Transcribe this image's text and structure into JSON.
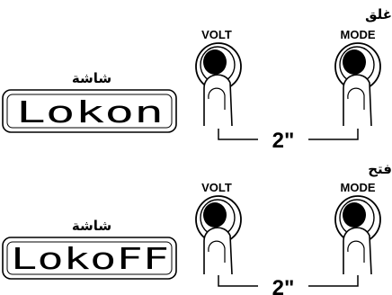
{
  "panels": [
    {
      "id": "lock-on",
      "action_label": "غلق",
      "display_label": "شاشة",
      "display_text": "Lokon",
      "left_button_label": "VOLT",
      "right_button_label": "MODE",
      "duration_label": "2\""
    },
    {
      "id": "lock-off",
      "action_label": "فتح",
      "display_label": "شاشة",
      "display_text": "LokoFF",
      "left_button_label": "VOLT",
      "right_button_label": "MODE",
      "duration_label": "2\""
    }
  ]
}
